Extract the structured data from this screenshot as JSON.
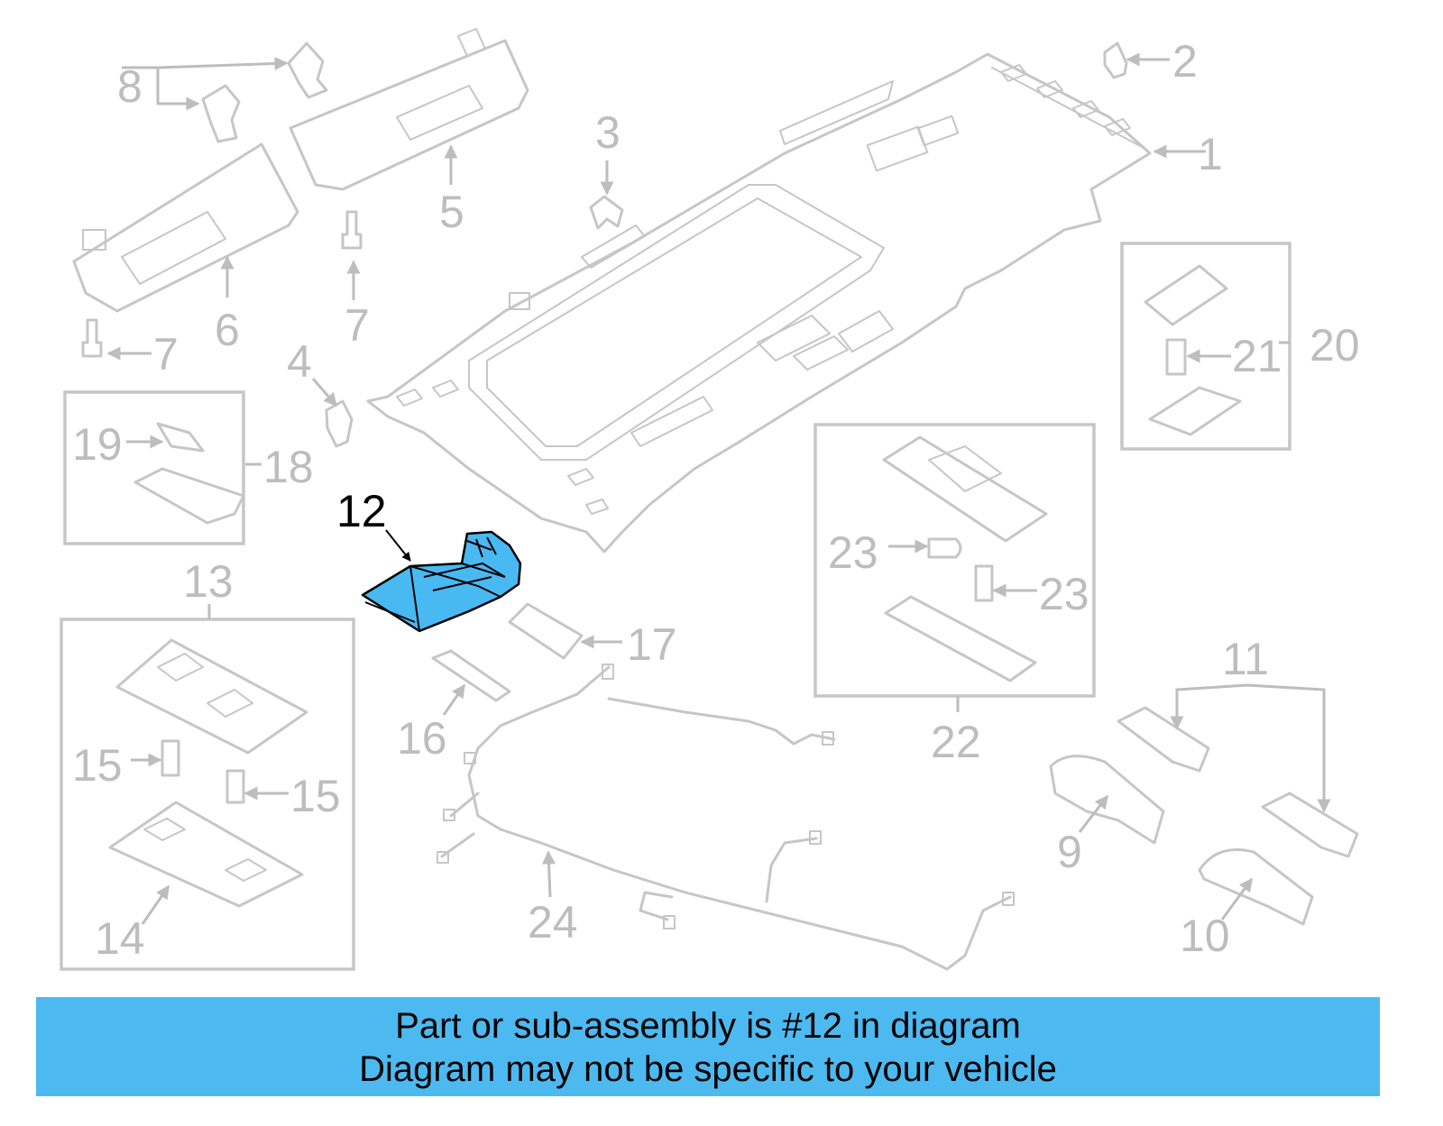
{
  "diagram": {
    "callouts": {
      "c1": "1",
      "c2": "2",
      "c3": "3",
      "c4": "4",
      "c5": "5",
      "c6": "6",
      "c7a": "7",
      "c7b": "7",
      "c8": "8",
      "c9": "9",
      "c10": "10",
      "c11": "11",
      "c12": "12",
      "c13": "13",
      "c14": "14",
      "c15a": "15",
      "c15b": "15",
      "c16": "16",
      "c17": "17",
      "c18": "18",
      "c19": "19",
      "c20": "20",
      "c21": "21",
      "c22": "22",
      "c23a": "23",
      "c23b": "23",
      "c24": "24"
    },
    "highlight_color": "#49b9f2"
  },
  "banner": {
    "line1": "Part or sub-assembly is #12 in diagram",
    "line2": "Diagram may not be specific to your vehicle",
    "background": "#4cbaf1"
  }
}
